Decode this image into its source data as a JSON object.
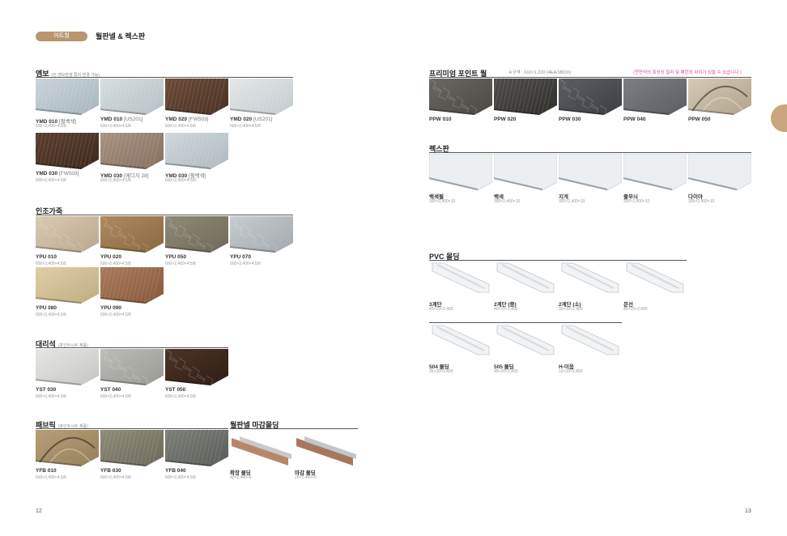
{
  "header": {
    "badge": "아트월",
    "title": "월판넬 & 렉스판"
  },
  "page_left": "12",
  "page_right": "13",
  "embo": {
    "title": "엠보",
    "note": "(전 엠보판넬 컬러 변경 가능)",
    "items": [
      {
        "code": "YMD 010",
        "alt": "[펄백색]",
        "size": "600×2,400×4.5/8",
        "c1": "#c9d3d9",
        "c2": "#a8b6bf",
        "tex": "lines"
      },
      {
        "code": "YMD 010",
        "alt": "[US201]",
        "size": "600×2,400×4.5/8",
        "c1": "#d7dde0",
        "c2": "#b6c0c5",
        "tex": "lines"
      },
      {
        "code": "YMD 020",
        "alt": "[FW503]",
        "size": "600×2,400×4.5/8",
        "c1": "#6b4a36",
        "c2": "#4a3224",
        "tex": "lines"
      },
      {
        "code": "YMD 020",
        "alt": "[US201]",
        "size": "600×2,400×4.5/8",
        "c1": "#e3e7e8",
        "c2": "#c4cbce",
        "tex": "lines"
      },
      {
        "code": "YMD 030",
        "alt": "[FW503]",
        "size": "600×2,400×4.5/8",
        "c1": "#5a3e2e",
        "c2": "#3e2a1f",
        "tex": "lines"
      },
      {
        "code": "YMD 030",
        "alt": "[메디치 28]",
        "size": "600×2,400×4.5/8",
        "c1": "#a89180",
        "c2": "#857060",
        "tex": "lines"
      },
      {
        "code": "YMD 030",
        "alt": "[펄백색]",
        "size": "600×2,400×4.5/8",
        "c1": "#cfd7db",
        "c2": "#aeb9bf",
        "tex": "lines"
      }
    ]
  },
  "leather": {
    "title": "인조가죽",
    "items": [
      {
        "code": "YPU 010",
        "size": "600×2,400×4.5/8",
        "c1": "#d9cbb3",
        "c2": "#b8a78c",
        "tex": "crack"
      },
      {
        "code": "YPU 020",
        "size": "600×2,400×4.5/8",
        "c1": "#b08a5e",
        "c2": "#8a6841",
        "tex": "crack"
      },
      {
        "code": "YPU 050",
        "size": "600×2,400×4.5/8",
        "c1": "#8f8a78",
        "c2": "#6f6a59",
        "tex": "crack"
      },
      {
        "code": "YPU 070",
        "size": "600×2,400×4.5/8",
        "c1": "#c7ccd0",
        "c2": "#a3a9ae",
        "tex": "crack"
      },
      {
        "code": "YPU 080",
        "size": "600×2,400×4.5/8",
        "c1": "#e0cfa6",
        "c2": "#bfac82",
        "tex": "plain"
      },
      {
        "code": "YPU 090",
        "size": "600×2,400×4.5/8",
        "c1": "#a87a5a",
        "c2": "#86593c",
        "tex": "lines"
      }
    ]
  },
  "marble": {
    "title": "대리석",
    "note": "(포인트시트 제품)",
    "items": [
      {
        "code": "YST 030",
        "size": "600×2,400×4.5/8",
        "c1": "#e6e6e2",
        "c2": "#c6c6c2",
        "tex": "plain"
      },
      {
        "code": "YST 040",
        "size": "600×2,400×4.5/8",
        "c1": "#bdbdb8",
        "c2": "#9a9a95",
        "tex": "crack"
      },
      {
        "code": "YST 050",
        "size": "600×2,400×4.5/8",
        "c1": "#4d3326",
        "c2": "#2f1e15",
        "tex": "crack"
      }
    ]
  },
  "fabric": {
    "title": "패브릭",
    "note": "(포인트시트 제품)",
    "items": [
      {
        "code": "YFB 010",
        "size": "600×2,400×4.5/8",
        "c1": "#b89e78",
        "c2": "#96805c",
        "tex": "swirl"
      },
      {
        "code": "YFB 030",
        "size": "600×2,400×4.5/8",
        "c1": "#8e8a78",
        "c2": "#6e6a5a",
        "tex": "lines"
      },
      {
        "code": "YFB 040",
        "size": "600×2,400×4.5/8",
        "c1": "#7b7d78",
        "c2": "#5b5d58",
        "tex": "lines"
      }
    ]
  },
  "wall_molding": {
    "title": "월판넬 마감몰딩",
    "items": [
      {
        "code": "확장 몰딩",
        "size": "40×2,440×9",
        "c1": "#b8876a",
        "c2": "#c9c9c9"
      },
      {
        "code": "마감 몰딩",
        "size": "25×2,440×9",
        "c1": "#a8775a",
        "c2": "#c0c6cc"
      }
    ]
  },
  "premium": {
    "title": "프리미엄 포인트 월",
    "spec": "※규격 : 610×1,220 (4EA/1BOX)",
    "warning": "(천연석의 특성상 컬러 및 패턴의 차이가 있을 수 있습니다.)",
    "items": [
      {
        "code": "PPW 010",
        "c1": "#6a6862",
        "c2": "#4a4842",
        "tex": "crack"
      },
      {
        "code": "PPW 020",
        "c1": "#4e4d4a",
        "c2": "#302f2c",
        "tex": "lines"
      },
      {
        "code": "PPW 030",
        "c1": "#5b5e62",
        "c2": "#3c3f43",
        "tex": "crack"
      },
      {
        "code": "PPW 040",
        "c1": "#7b7f84",
        "c2": "#5b5f64",
        "tex": "plain"
      },
      {
        "code": "PPW 050",
        "c1": "#d6cab6",
        "c2": "#b1a38b",
        "tex": "swirl"
      }
    ]
  },
  "rex": {
    "title": "렉스판",
    "items": [
      {
        "code": "백색펄",
        "size": "300×2,400×10"
      },
      {
        "code": "백색",
        "size": "300×2,400×10"
      },
      {
        "code": "지게",
        "size": "300×2,400×10"
      },
      {
        "code": "줄무늬",
        "size": "300×2,400×10"
      },
      {
        "code": "다이아",
        "size": "300×2,400×10"
      }
    ]
  },
  "pvc": {
    "title": "PVC 몰딩",
    "row1": [
      {
        "code": "3계단",
        "size": "45×15×2,400"
      },
      {
        "code": "2계단 (중)",
        "size": "40×15×2,400"
      },
      {
        "code": "2계단 (소)",
        "size": "30×10×2,400"
      },
      {
        "code": "문선",
        "size": "45×15×2,400"
      }
    ],
    "row2": [
      {
        "code": "504 몰딩",
        "size": "35×20×2,400"
      },
      {
        "code": "505 몰딩",
        "size": "45×20×2,400"
      },
      {
        "code": "H-이음",
        "size": "10×10×2,400"
      }
    ]
  }
}
